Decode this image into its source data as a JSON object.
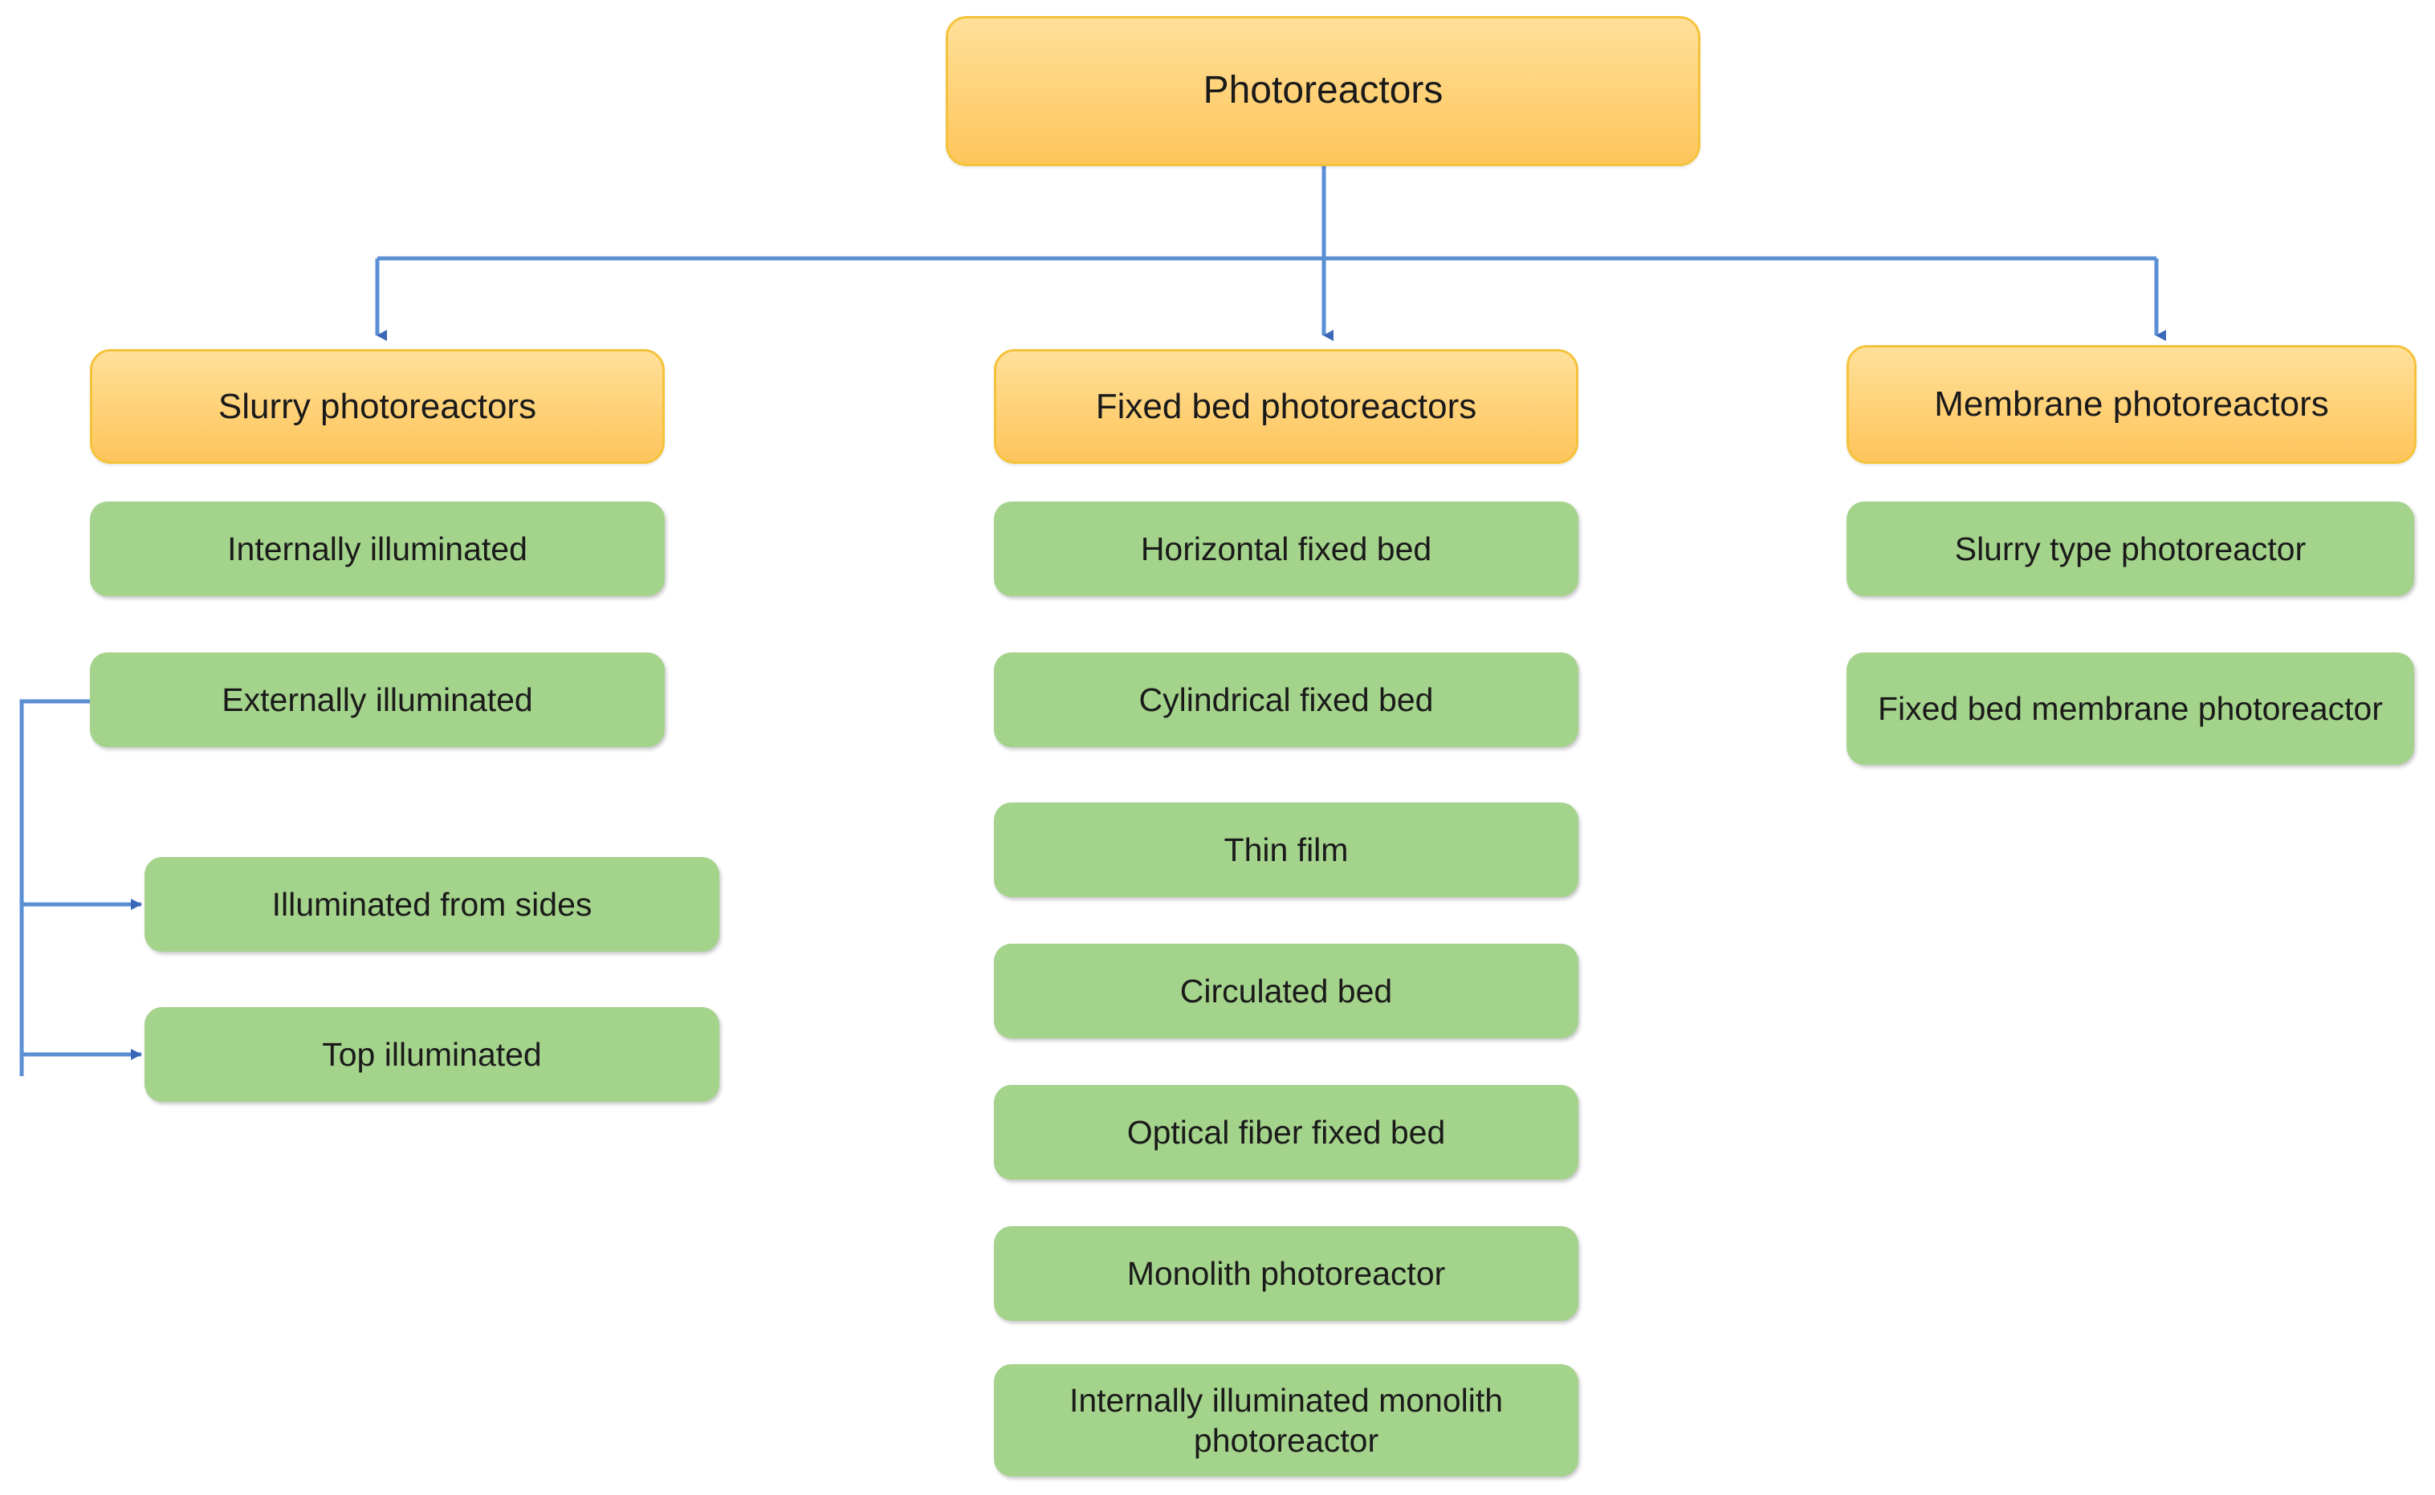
{
  "diagram": {
    "title": "Photoreactors",
    "type": "hierarchy-tree",
    "colors": {
      "root_fill": "#FFD176",
      "root_border": "#F5C33B",
      "category_fill": "#FFD176",
      "category_border": "#F5C33B",
      "leaf_fill": "#A4D38B",
      "connector": "#5B8FD4",
      "arrowhead": "#3A67B8",
      "text": "#1a1a1a",
      "background": "#FFFFFF"
    },
    "root": {
      "label": "Photoreactors"
    },
    "branches": [
      {
        "id": "slurry",
        "header": "Slurry photoreactors",
        "children": [
          {
            "label": "Internally illuminated"
          },
          {
            "label": "Externally illuminated"
          }
        ],
        "grandchildren": [
          {
            "label": "Illuminated from sides"
          },
          {
            "label": "Top illuminated"
          }
        ]
      },
      {
        "id": "fixed-bed",
        "header": "Fixed bed photoreactors",
        "children": [
          {
            "label": "Horizontal fixed bed"
          },
          {
            "label": "Cylindrical fixed bed"
          },
          {
            "label": "Thin film"
          },
          {
            "label": "Circulated bed"
          },
          {
            "label": "Optical fiber fixed bed"
          },
          {
            "label": "Monolith photoreactor"
          },
          {
            "label": "Internally illuminated monolith photoreactor"
          }
        ],
        "grandchildren": []
      },
      {
        "id": "membrane",
        "header": "Membrane photoreactors",
        "children": [
          {
            "label": "Slurry type photoreactor"
          },
          {
            "label": "Fixed bed membrane photoreactor"
          }
        ],
        "grandchildren": []
      }
    ]
  }
}
